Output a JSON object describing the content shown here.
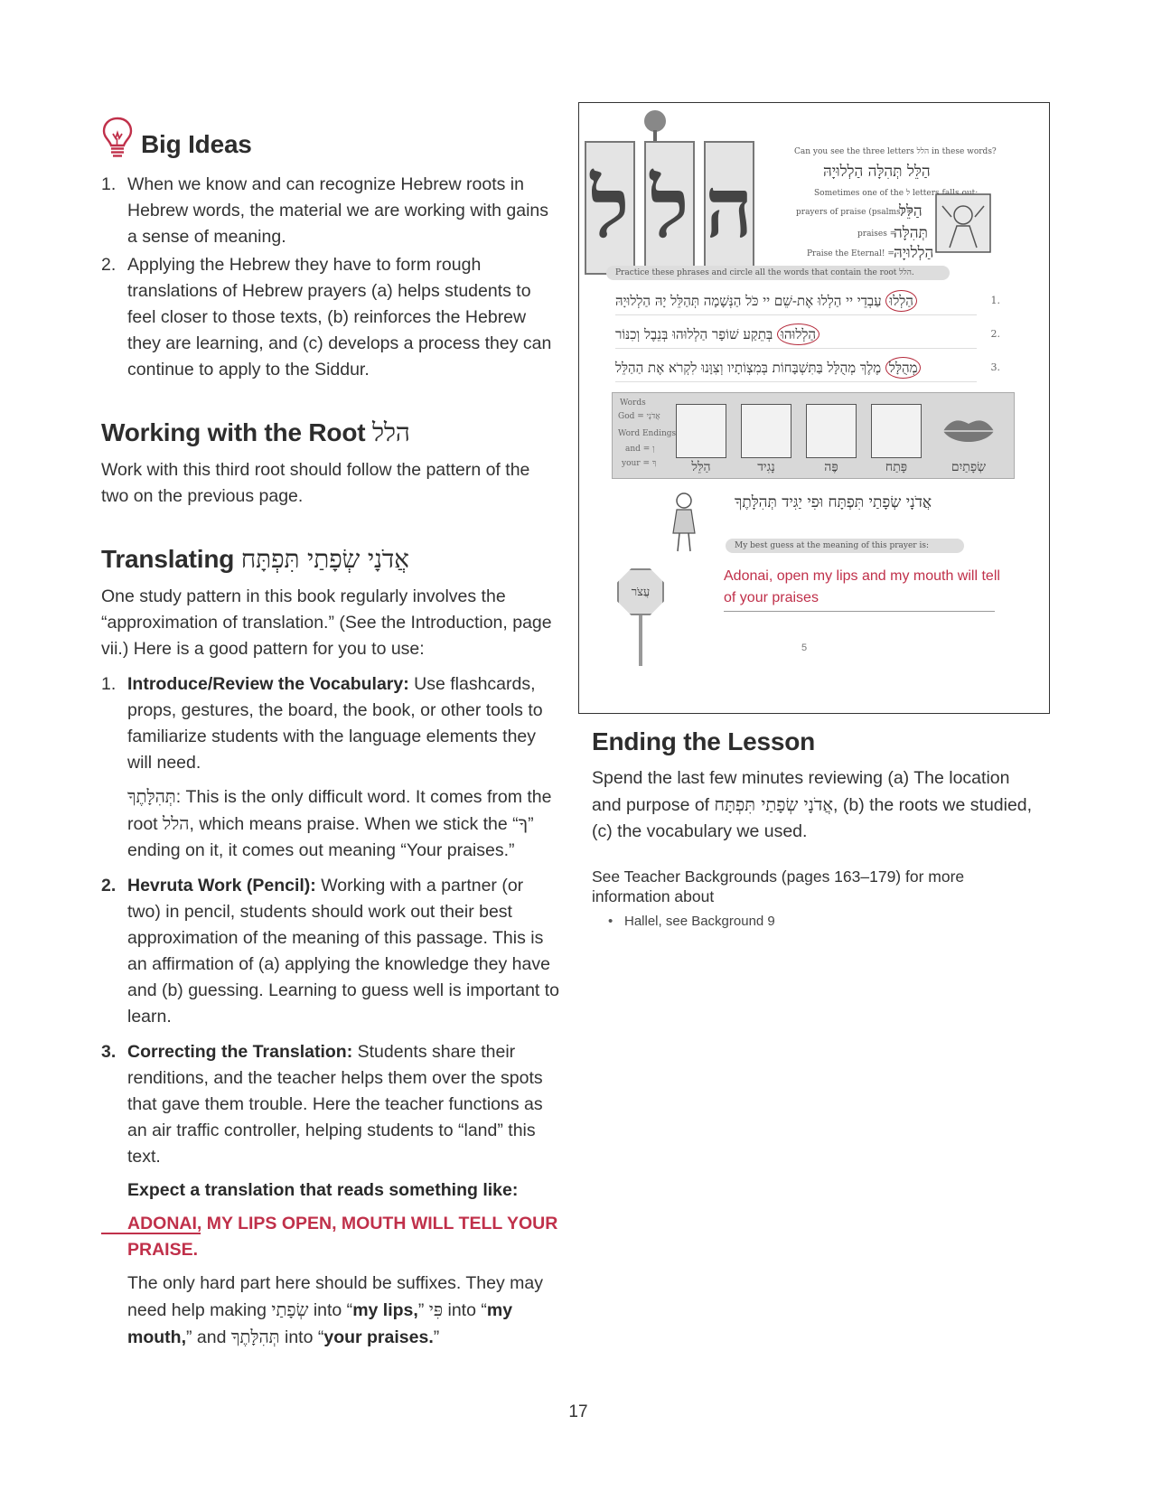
{
  "big_ideas": {
    "title": "Big Ideas",
    "items": [
      {
        "num": "1.",
        "text": "When we know and can recognize Hebrew roots in Hebrew words, the material we are working with gains a sense of meaning."
      },
      {
        "num": "2.",
        "text": "Applying the Hebrew they have to form rough translations of Hebrew prayers (a) helps students to feel closer to those texts, (b) reinforces the Hebrew they are learning, and (c) develops a process they can continue to apply to the Siddur."
      }
    ]
  },
  "root_section": {
    "title": "Working with the Root",
    "title_hebrew": "הלל",
    "body": "Work with this third root should follow the pattern of the two on the previous page."
  },
  "translating_section": {
    "title": "Translating",
    "title_hebrew": "אֲדֹנָי שְׂפָתַי תִּפְתָּח",
    "intro": "One study pattern in this book regularly involves the “approximation of translation.” (See the Introduction, page vii.) Here is a good pattern for you to use:",
    "steps": [
      {
        "num": "1.",
        "lead": "Introduce/Review the Vocabulary:",
        "text": " Use flashcards, props, gestures, the board, the book, or other tools to familiarize students with the language elements they will need.",
        "sub_hebrew": "תְּהִלָּתֶךָ",
        "sub_a": ": This is the only difficult word. It comes from the root ",
        "sub_root": "הלל",
        "sub_b": ", which means praise. When we stick the “ךָ” ending on it, it comes out meaning “Your praises.”"
      },
      {
        "num": "2.",
        "lead": "Hevruta Work (Pencil):",
        "text": " Working with a partner (or two) in pencil, students should work out their best approximation of the meaning of this passage. This is an affirmation of (a) applying the knowledge they have and (b) guessing. Learning to guess well is important to learn."
      },
      {
        "num": "3.",
        "lead": "Correcting the Translation:",
        "text": " Students share their renditions, and the teacher helps them over the spots that gave them trouble. Here the teacher functions as an air traffic controller, helping students to “land” this text.",
        "expect": "Expect a translation that reads something like:",
        "translation": "ADONAI, MY LIPS OPEN, MOUTH WILL TELL YOUR PRAISE.",
        "closing_a": "The only hard part here should be suffixes. They may need help making ",
        "closing_heb1": "שְׂפָתַי",
        "closing_b": " into “",
        "closing_bold1": "my lips,",
        "closing_c": "” ",
        "closing_heb2": "פִּי",
        "closing_d": " into “",
        "closing_bold2": "my mouth,",
        "closing_e": "” and ",
        "closing_heb3": "תְּהִלָּתֶךָ",
        "closing_f": " into “",
        "closing_bold3": "your praises.",
        "closing_g": "”"
      }
    ]
  },
  "figure": {
    "root_letters": [
      "ה",
      "ל",
      "ל"
    ],
    "question": "Can you see the three letters הלל in these words?",
    "words": "הַלֵּל   תְּהִלָּה   הַלְלוּיָהּ",
    "note": "Sometimes one of the ל letters falls out:",
    "defs": [
      {
        "label": "prayers of praise (psalms) =",
        "heb": "הַלֵּל"
      },
      {
        "label": "praises =",
        "heb": "תְּהִלָּה"
      },
      {
        "label": "Praise the Eternal! =",
        "heb": "הַלְלוּיָהּ"
      }
    ],
    "banner1": "Practice these phrases and circle all the words that contain the root הלל.",
    "rows": [
      {
        "num": "1.",
        "circled": "הַלְלוּ",
        "text": "עַבְדֵי יי הַלְלוּ אֶת-שֵׁם יי   כֹּל הַנְּשָׁמָה תְּהַלֵּל יָהּ הַלְלוּיָהּ"
      },
      {
        "num": "2.",
        "circled": "הַלְלוּהוּ",
        "text": "בְּתֵקַע שׁוֹפָר   הַלְלוּהוּ בְּנֵבֶל וְכִנּוֹר"
      },
      {
        "num": "3.",
        "circled": "מְהֻלָּל",
        "text": "מֶלֶךְ מְהֻלָּל בַּתִּשְׁבָּחוֹת   בְּמִצְוֹתָיו וְצִוָּנוּ לִקְרֹא אֶת הַהַלֵּל"
      }
    ],
    "vocab_key": [
      "Words",
      "God = אֲדֹנָי",
      "Word Endings",
      "and = וְ",
      "your = ךָ"
    ],
    "vocab_words": [
      "הַלֵּל",
      "נָגִיד",
      "פֶּה",
      "פָּתַח",
      "שְׂפָתַיִם"
    ],
    "prayer": "אֲדֹנָי שְׂפָתַי תִּפְתָּח וּפִי יַגִּיד תְּהִלָּתֶךָ",
    "banner2": "My best guess at the meaning of this prayer is:",
    "stop_text": "עֲצֹר",
    "answer": "Adonai, open my lips and my mouth will tell of your praises",
    "page": "5"
  },
  "ending": {
    "title": "Ending the Lesson",
    "body_a": "Spend the last few minutes reviewing (a) The location and purpose of ",
    "body_heb": "אֲדֹנָי שְׂפָתַי תִּפְתָּח",
    "body_b": ", (b) the roots we studied, (c) the vocabulary we used.",
    "see_also": "See Teacher Backgrounds (pages 163–179) for more information about",
    "bullets": [
      "Hallel, see Background 9"
    ]
  },
  "page_number": "17",
  "colors": {
    "accent_red": "#c0304a"
  }
}
